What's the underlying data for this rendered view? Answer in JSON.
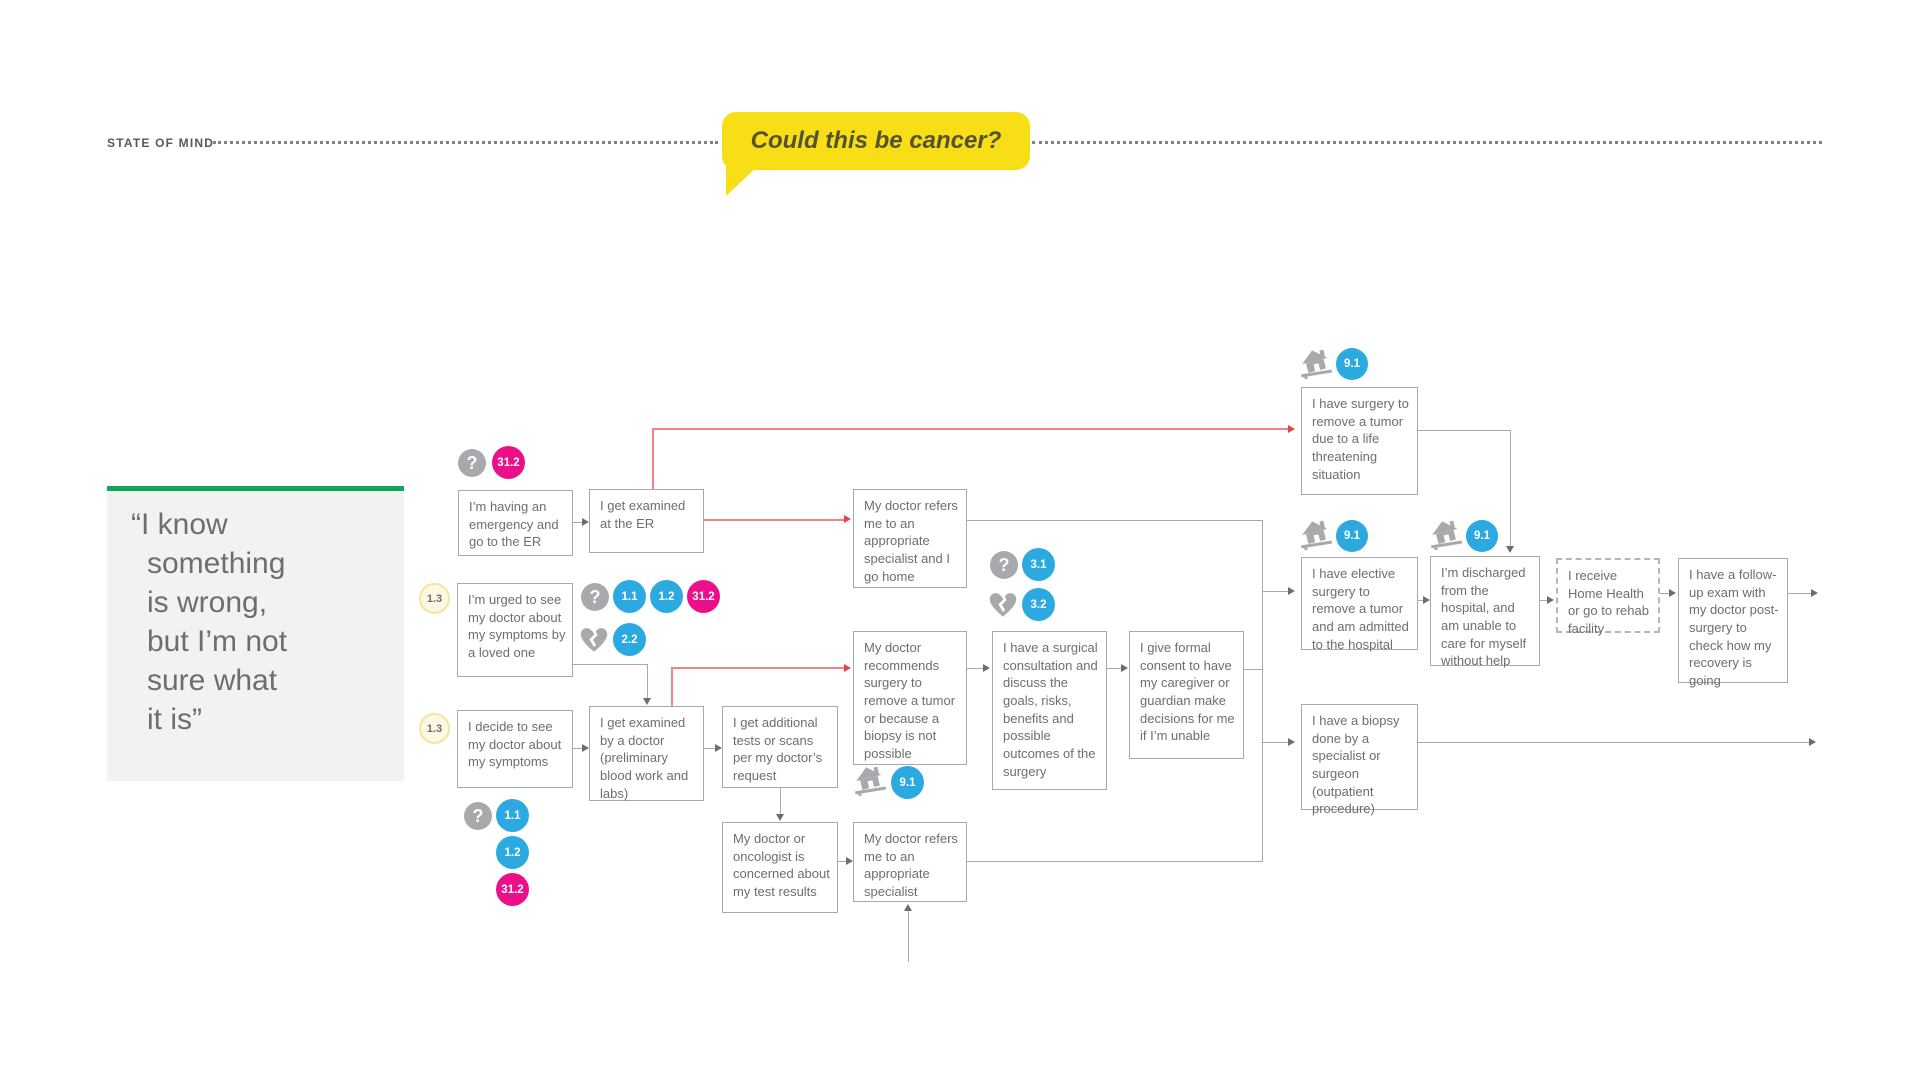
{
  "header": {
    "state_label": "STATE OF MIND",
    "bubble_text": "Could this be cancer?"
  },
  "quote": {
    "text": "“I know\nsomething\nis wrong,\nbut I’m not\nsure what\nit is”"
  },
  "flow": {
    "nodes": [
      {
        "id": "emergency-er",
        "text": "I’m having an emergency and go to the ER"
      },
      {
        "id": "examined-er",
        "text": "I get examined at the ER"
      },
      {
        "id": "urged-doctor",
        "text": "I’m urged to see my doctor about my symptoms by a loved one"
      },
      {
        "id": "decide-doctor",
        "text": "I decide to see my doctor about my symptoms"
      },
      {
        "id": "examined-doctor",
        "text": "I get examined by a doctor (preliminary blood work and labs)"
      },
      {
        "id": "additional-tests",
        "text": "I get additional tests or scans per my doctor’s request"
      },
      {
        "id": "oncologist-concerned",
        "text": "My doctor or oncologist is concerned about my test results"
      },
      {
        "id": "refer-specialist-home",
        "text": "My doctor refers me to an appropriate specialist and I go home"
      },
      {
        "id": "recommends-surgery",
        "text": "My doctor recommends surgery to remove a tumor or because a biopsy is not possible"
      },
      {
        "id": "refer-specialist",
        "text": "My doctor refers me to an appropriate specialist"
      },
      {
        "id": "surgical-consultation",
        "text": "I have a surgical consultation and discuss the goals, risks, benefits and possible outcomes of the surgery"
      },
      {
        "id": "formal-consent",
        "text": "I give formal consent to have my caregiver or guardian make decisions for me if I’m unable"
      },
      {
        "id": "surgery-life-threat",
        "text": "I have surgery to remove a tumor due to a life threatening situation"
      },
      {
        "id": "elective-surgery",
        "text": "I have elective surgery to remove a tumor and am admitted to the hospital"
      },
      {
        "id": "discharged",
        "text": "I’m discharged from the hospital, and am unable to care for myself without help"
      },
      {
        "id": "home-health",
        "text": "I receive Home Health or go to rehab facility"
      },
      {
        "id": "followup-exam",
        "text": "I have a follow-up exam with my doctor post-surgery to check how my recovery is going"
      },
      {
        "id": "biopsy",
        "text": "I have a biopsy done by a specialist or surgeon (outpatient procedure)"
      }
    ],
    "badges": [
      {
        "label": "?"
      },
      {
        "label": "31.2"
      },
      {
        "label": "1.3"
      },
      {
        "label": "?"
      },
      {
        "label": "1.1"
      },
      {
        "label": "1.2"
      },
      {
        "label": "31.2"
      },
      {
        "label": "2.2"
      },
      {
        "label": "1.3"
      },
      {
        "label": "?"
      },
      {
        "label": "1.1"
      },
      {
        "label": "1.2"
      },
      {
        "label": "31.2"
      },
      {
        "label": "9.1"
      },
      {
        "label": "?"
      },
      {
        "label": "3.1"
      },
      {
        "label": "3.2"
      },
      {
        "label": "9.1"
      },
      {
        "label": "9.1"
      },
      {
        "label": "9.1"
      }
    ],
    "icons": {
      "question": "question-icon",
      "broken_heart": "broken-heart-icon",
      "home_alert": "home-alert-icon"
    }
  },
  "colors": {
    "blue": "#2BA9E0",
    "pink": "#EB108A",
    "yellow": "#F7DE17",
    "pale_yellow": "#FDF8E3",
    "green": "#0DA65B",
    "gray_icon": "#A7A9AC",
    "text_gray": "#6D6E71",
    "red_line": "#F38386",
    "quote_bg": "#F2F2F3"
  }
}
